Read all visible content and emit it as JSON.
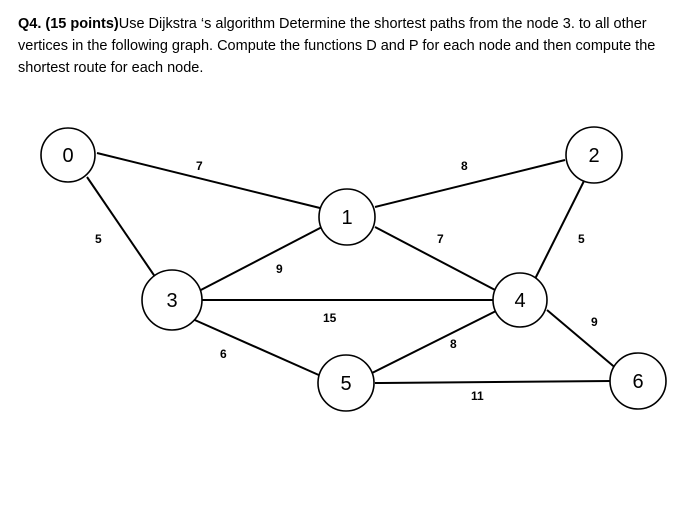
{
  "question": {
    "label": "Q4. (15 points)",
    "text": "Use Dijkstra ‘s algorithm  Determine the shortest paths from the node  3.  to all other vertices in the following graph. Compute the functions D and P for each node and then compute the shortest route for each node."
  },
  "graph": {
    "nodes": [
      {
        "id": "n0",
        "label": "0"
      },
      {
        "id": "n1",
        "label": "1"
      },
      {
        "id": "n2",
        "label": "2"
      },
      {
        "id": "n3",
        "label": "3"
      },
      {
        "id": "n4",
        "label": "4"
      },
      {
        "id": "n5",
        "label": "5"
      },
      {
        "id": "n6",
        "label": "6"
      }
    ],
    "edges": [
      {
        "from": "0",
        "to": "1",
        "weight": "7"
      },
      {
        "from": "0",
        "to": "3",
        "weight": "5"
      },
      {
        "from": "1",
        "to": "2",
        "weight": "8"
      },
      {
        "from": "1",
        "to": "3",
        "weight": "9"
      },
      {
        "from": "1",
        "to": "4",
        "weight": "7"
      },
      {
        "from": "2",
        "to": "4",
        "weight": "5"
      },
      {
        "from": "3",
        "to": "4",
        "weight": "15"
      },
      {
        "from": "3",
        "to": "5",
        "weight": "6"
      },
      {
        "from": "4",
        "to": "5",
        "weight": "8"
      },
      {
        "from": "4",
        "to": "6",
        "weight": "9"
      },
      {
        "from": "5",
        "to": "6",
        "weight": "11"
      }
    ]
  }
}
